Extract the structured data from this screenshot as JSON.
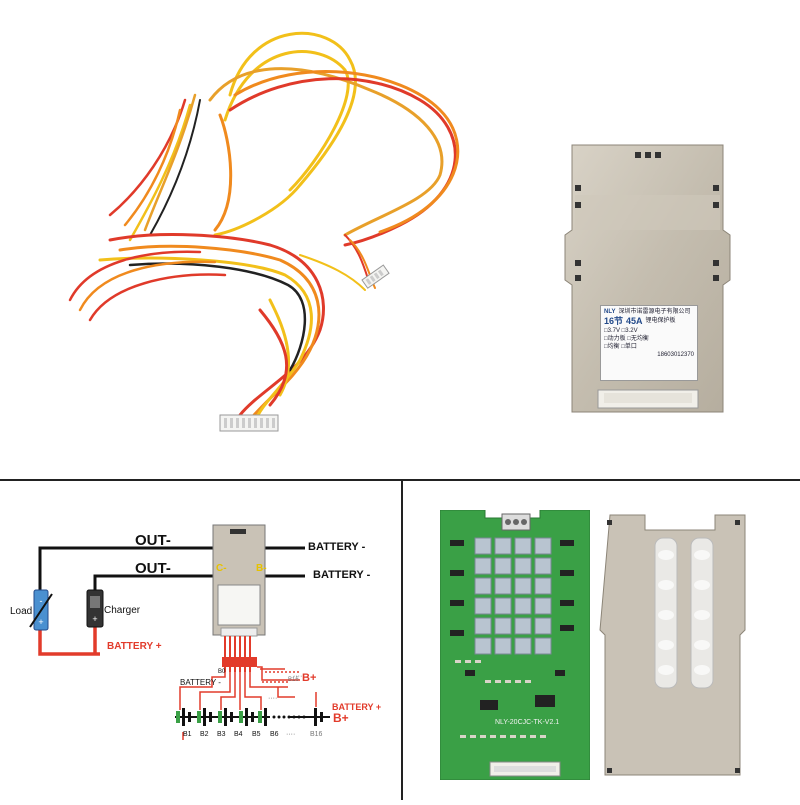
{
  "bms_label": {
    "brand": "NLY",
    "company": "深圳市诺雷源电子有限公司",
    "series": "16节",
    "current": "45A",
    "product": "锂电保护板",
    "row1": "□3.7V  □3.2V",
    "row2": "□动力板  □无均衡",
    "row3": "□均衡  □单口",
    "phone": "18603012370"
  },
  "diagram": {
    "out_top": "OUT-",
    "out_bottom": "OUT-",
    "battery_minus_top": "BATTERY -",
    "battery_minus_bottom": "BATTERY -",
    "c_minus": "C-",
    "b_minus": "B-",
    "load": "Load",
    "charger": "Charger",
    "battery_plus_left": "BATTERY +",
    "battery_minus_string": "BATTERY -",
    "battery_plus_right": "BATTERY +",
    "b_plus_right": "B+",
    "b_plus_top": "B+",
    "b0": "B0",
    "b16_top": "B16",
    "b16_bottom": "B16",
    "cells": [
      "B1",
      "B2",
      "B3",
      "B4",
      "B5",
      "B6"
    ]
  },
  "pcb": {
    "model": "NLY-20CJC-TK-V2.1"
  },
  "colors": {
    "wire_red": "#e03a2a",
    "wire_orange": "#f08a1e",
    "wire_yellow": "#f2c01a",
    "pcb_green": "#3aa046",
    "metal": "#c9c2b6",
    "diagram_red": "#e23b2b"
  }
}
